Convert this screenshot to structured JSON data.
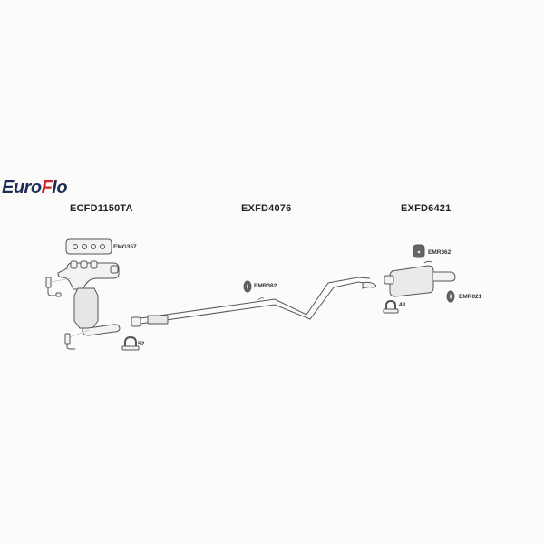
{
  "brand": {
    "name_prefix": "Euro",
    "name_f": "F",
    "name_suffix": "lo",
    "primary_color": "#1e2d55",
    "accent_color": "#d4222a"
  },
  "sections": [
    {
      "title": "ECFD1150TA"
    },
    {
      "title": "EXFD4076"
    },
    {
      "title": "EXFD6421"
    }
  ],
  "parts": {
    "gasket": "EMG357",
    "clamp_front": "52",
    "rubber_mid": "EMR382",
    "rubber_rear_top": "EMR362",
    "clamp_rear": "48",
    "rubber_rear_bottom": "EMR021"
  }
}
